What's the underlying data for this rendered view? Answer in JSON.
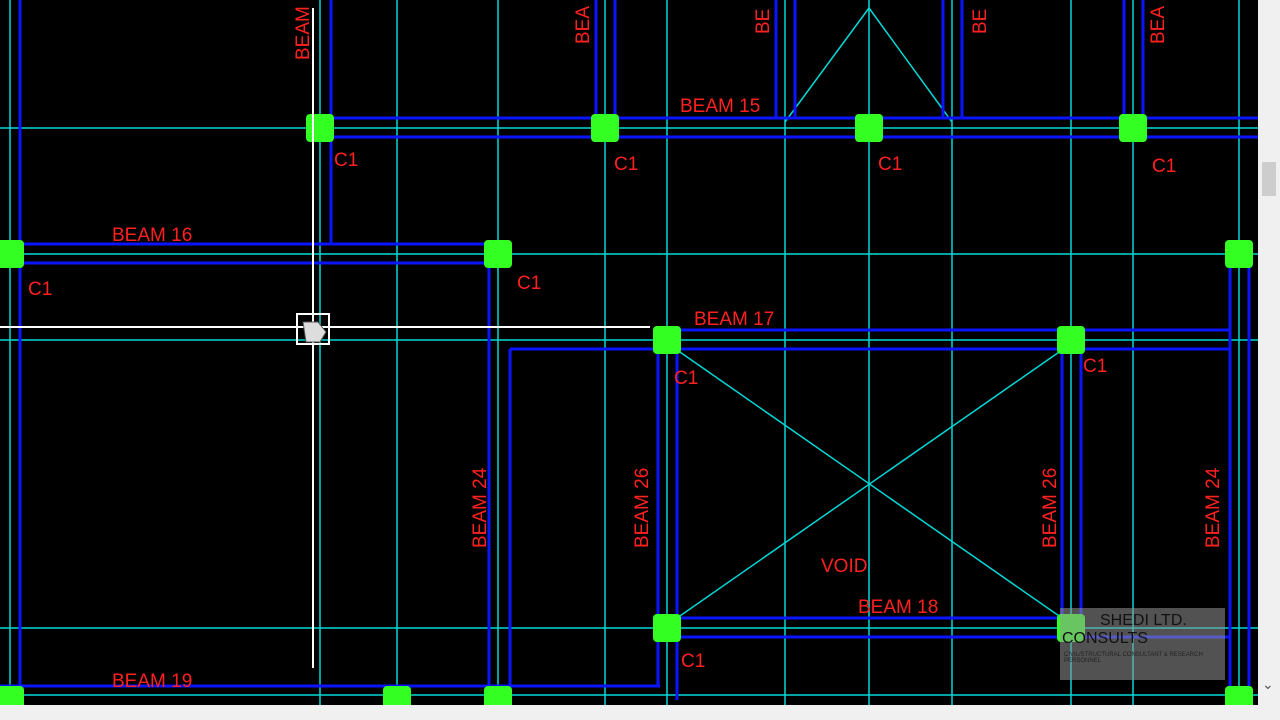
{
  "drawing": {
    "colors": {
      "grid": "#00d8d8",
      "beam": "#0a14ff",
      "column": "#33ff22",
      "label": "#ff2020",
      "background": "#000000",
      "crosshair": "#ffffff"
    },
    "beam_labels": {
      "b15": "BEAM 15",
      "b16": "BEAM 16",
      "b17": "BEAM 17",
      "b18": "BEAM 18",
      "b19": "BEAM 19",
      "b24a": "BEAM 24",
      "b26a": "BEAM 26",
      "b26b": "BEAM 26",
      "b24b": "BEAM 24",
      "top1": "BEAM",
      "top2": "BEA",
      "top3": "BE",
      "top4": "BE",
      "top5": "BEA"
    },
    "column_label": "C1",
    "void_label": "VOID"
  },
  "watermark": {
    "line1": "SHEDI LTD.",
    "line2": "CONSULTS",
    "tagline": "CIVIL/STRUCTURAL CONSULTANT & RESEARCH PERSONNEL"
  },
  "scrollbar": {
    "down_icon": "chevron-down-icon"
  }
}
